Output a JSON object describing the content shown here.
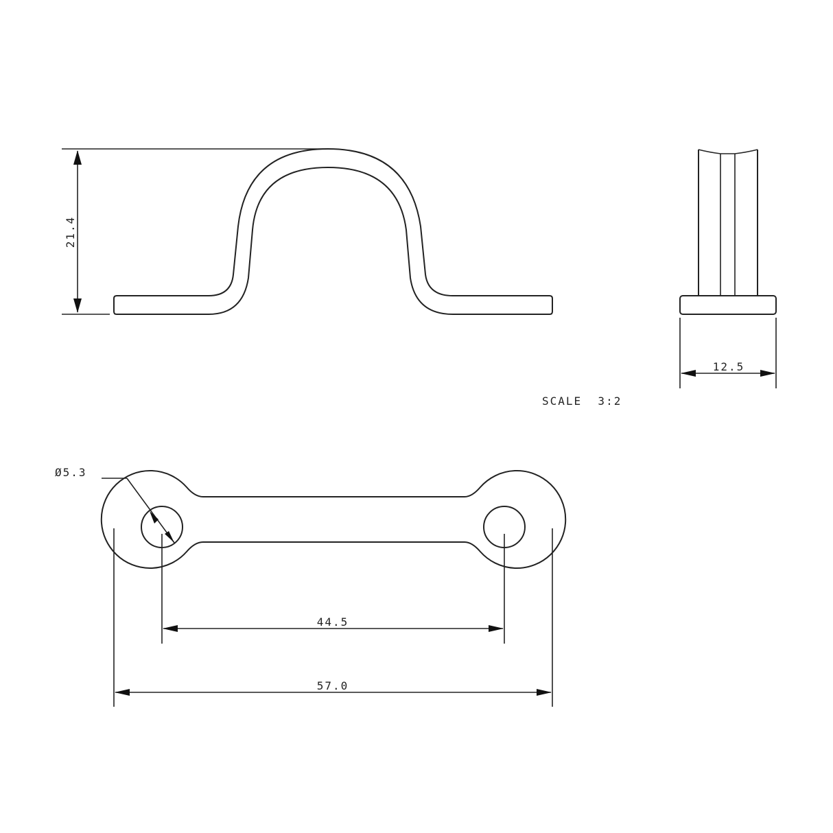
{
  "drawing": {
    "scale_label": "SCALE  3:2",
    "front_view": {
      "height_dimension": "21.4"
    },
    "side_view": {
      "width_dimension": "12.5"
    },
    "top_view": {
      "hole_diameter": "Ø5.3",
      "hole_spacing": "44.5",
      "overall_length": "57.0"
    }
  }
}
